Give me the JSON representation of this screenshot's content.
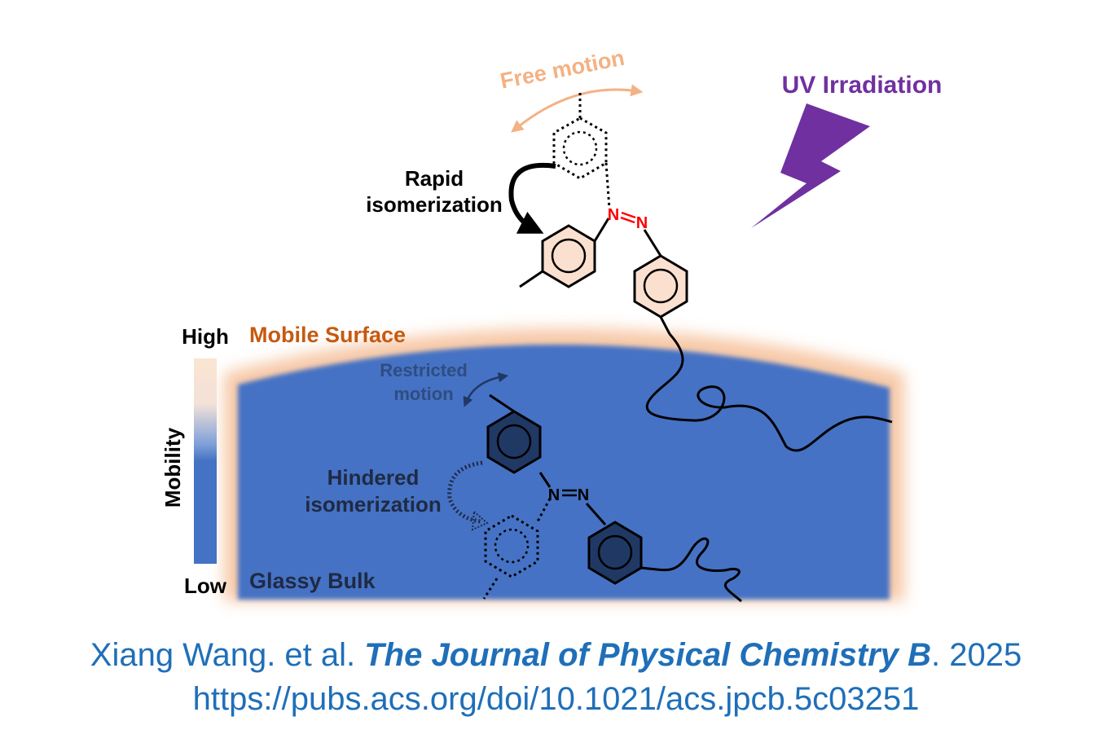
{
  "labels": {
    "free_motion": "Free motion",
    "rapid": "Rapid",
    "isomerization": "isomerization",
    "uv": "UV Irradiation",
    "high": "High",
    "low": "Low",
    "mobility": "Mobility",
    "mobile_surface": "Mobile Surface",
    "glassy_bulk": "Glassy Bulk",
    "restricted": "Restricted",
    "motion": "motion",
    "hindered": "Hindered",
    "hindered_iso": "isomerization",
    "n1": "N",
    "n2": "N",
    "n3": "N",
    "n4": "N"
  },
  "caption": {
    "authors": "Xiang Wang. et al. ",
    "journal": "The Journal of Physical Chemistry B",
    "year": ". 2025",
    "doi": "https://pubs.acs.org/doi/10.1021/acs.jpcb.5c03251"
  },
  "colors": {
    "surface": "#f7c9a8",
    "bulk": "#4472c4",
    "uv": "#7030a0",
    "surface_text": "#c55a11",
    "azo_red": "#ff0000",
    "dark_ring": "#1f3864",
    "caption": "#1f6fb8"
  }
}
